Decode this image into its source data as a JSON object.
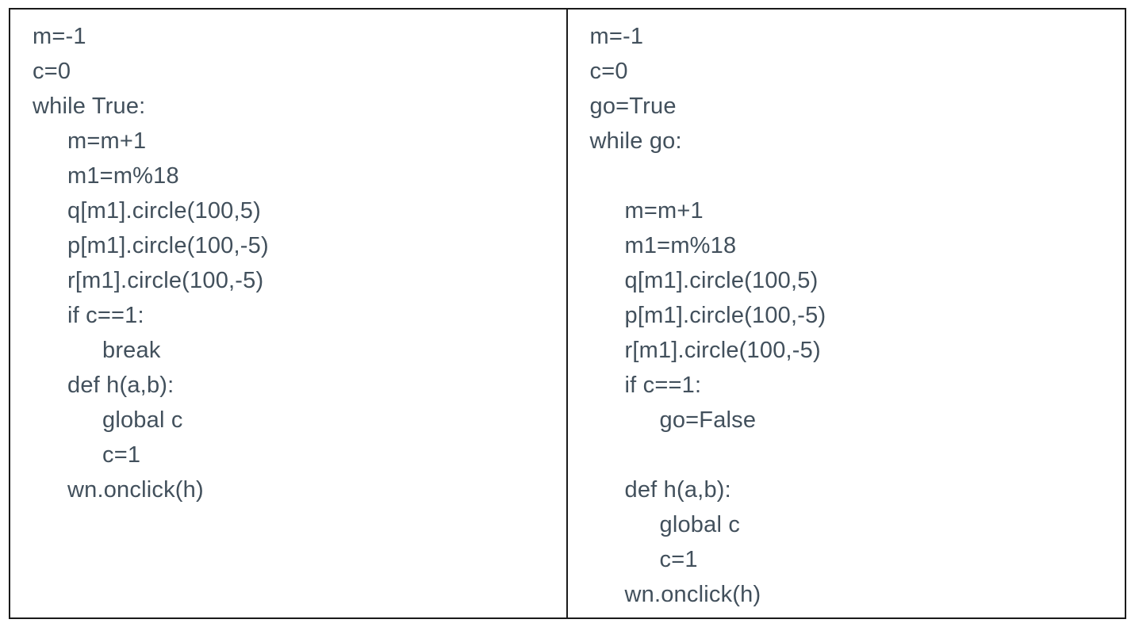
{
  "colors": {
    "background": "#ffffff",
    "border": "#1a1a1a",
    "text": "#42505c"
  },
  "table": {
    "left": {
      "lines": [
        {
          "indent": 0,
          "text": "m=-1"
        },
        {
          "indent": 0,
          "text": "c=0"
        },
        {
          "indent": 0,
          "text": "while True:"
        },
        {
          "indent": 1,
          "text": "m=m+1"
        },
        {
          "indent": 1,
          "text": "m1=m%18"
        },
        {
          "indent": 1,
          "text": "q[m1].circle(100,5)"
        },
        {
          "indent": 1,
          "text": "p[m1].circle(100,-5)"
        },
        {
          "indent": 1,
          "text": "r[m1].circle(100,-5)"
        },
        {
          "indent": 1,
          "text": "if c==1:"
        },
        {
          "indent": 2,
          "text": "break"
        },
        {
          "indent": 1,
          "text": "def h(a,b):"
        },
        {
          "indent": 2,
          "text": "global c"
        },
        {
          "indent": 2,
          "text": "c=1"
        },
        {
          "indent": 1,
          "text": "wn.onclick(h)"
        }
      ]
    },
    "right": {
      "lines": [
        {
          "indent": 0,
          "text": "m=-1"
        },
        {
          "indent": 0,
          "text": "c=0"
        },
        {
          "indent": 0,
          "text": "go=True"
        },
        {
          "indent": 0,
          "text": "while go:"
        },
        {
          "indent": 0,
          "text": ""
        },
        {
          "indent": 1,
          "text": "m=m+1"
        },
        {
          "indent": 1,
          "text": "m1=m%18"
        },
        {
          "indent": 1,
          "text": "q[m1].circle(100,5)"
        },
        {
          "indent": 1,
          "text": "p[m1].circle(100,-5)"
        },
        {
          "indent": 1,
          "text": "r[m1].circle(100,-5)"
        },
        {
          "indent": 1,
          "text": "if c==1:"
        },
        {
          "indent": 2,
          "text": "go=False"
        },
        {
          "indent": 0,
          "text": ""
        },
        {
          "indent": 1,
          "text": "def h(a,b):"
        },
        {
          "indent": 2,
          "text": "global c"
        },
        {
          "indent": 2,
          "text": "c=1"
        },
        {
          "indent": 1,
          "text": "wn.onclick(h)"
        }
      ]
    }
  }
}
